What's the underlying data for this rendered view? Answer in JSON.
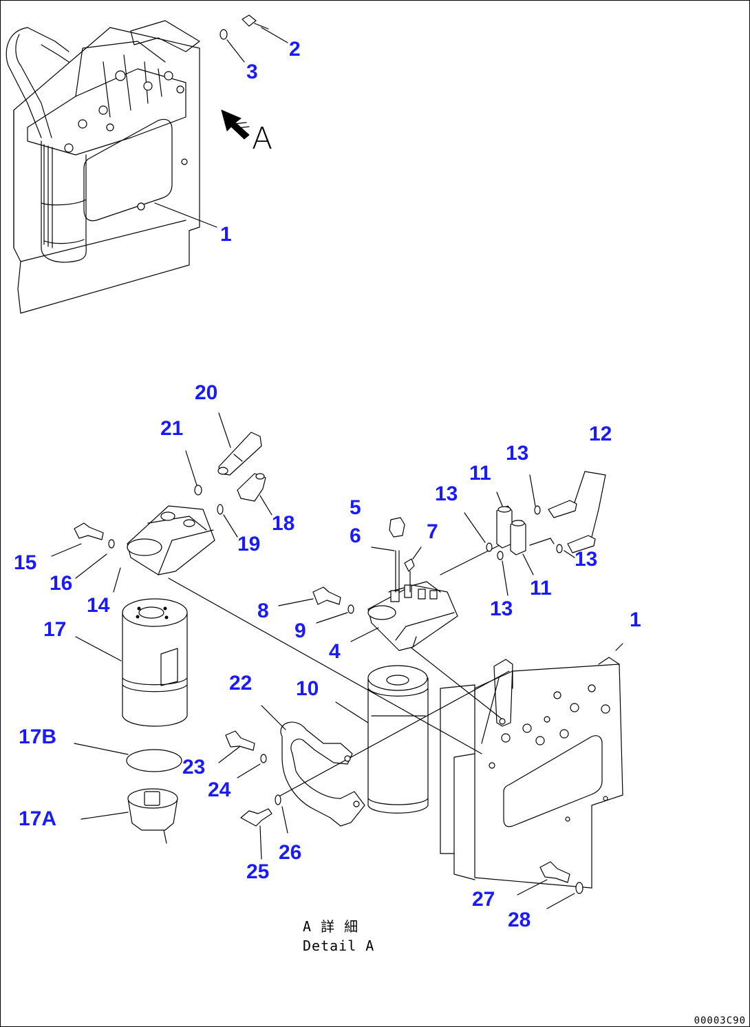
{
  "labels": {
    "c1a": "1",
    "c2": "2",
    "c3": "3",
    "c20": "20",
    "c21": "21",
    "c18": "18",
    "c19": "19",
    "c5": "5",
    "c6": "6",
    "c7": "7",
    "c13a": "13",
    "c13b": "13",
    "c13c": "13",
    "c13d": "13",
    "c11a": "11",
    "c11b": "11",
    "c12": "12",
    "c15": "15",
    "c16": "16",
    "c14": "14",
    "c8": "8",
    "c9": "9",
    "c4": "4",
    "c17": "17",
    "c17b": "17B",
    "c17a": "17A",
    "c22": "22",
    "c10": "10",
    "c1b": "1",
    "c23": "23",
    "c24": "24",
    "c25": "25",
    "c26": "26",
    "c27": "27",
    "c28": "28"
  },
  "view_marker": "A",
  "detail_caption": {
    "line1": "A 詳 細",
    "line2": "Detail A"
  },
  "drawing_number": "00003C90",
  "colors": {
    "callout": "#1a1aff",
    "linework": "#000000",
    "background": "#ffffff"
  }
}
